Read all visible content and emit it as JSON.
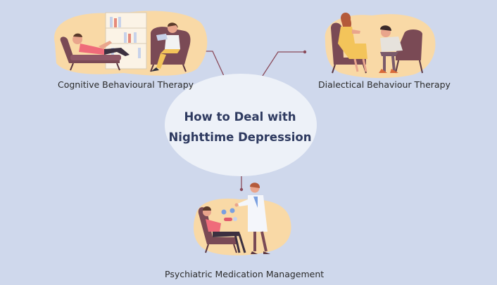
{
  "center": {
    "line1": "How to Deal with",
    "line2": "Nighttime Depression"
  },
  "branches": {
    "cbt": {
      "label": "Cognitive Behavioural Therapy"
    },
    "dbt": {
      "label": "Dialectical Behaviour Therapy"
    },
    "medication": {
      "label": "Psychiatric Medication Management"
    }
  },
  "colors": {
    "background": "#cfd8ec",
    "center_ellipse": "#edf1f8",
    "title_text": "#2e3a60",
    "blob": "#f9d9a6",
    "connector": "#8a4a5a",
    "chair": "#7a4a55"
  }
}
